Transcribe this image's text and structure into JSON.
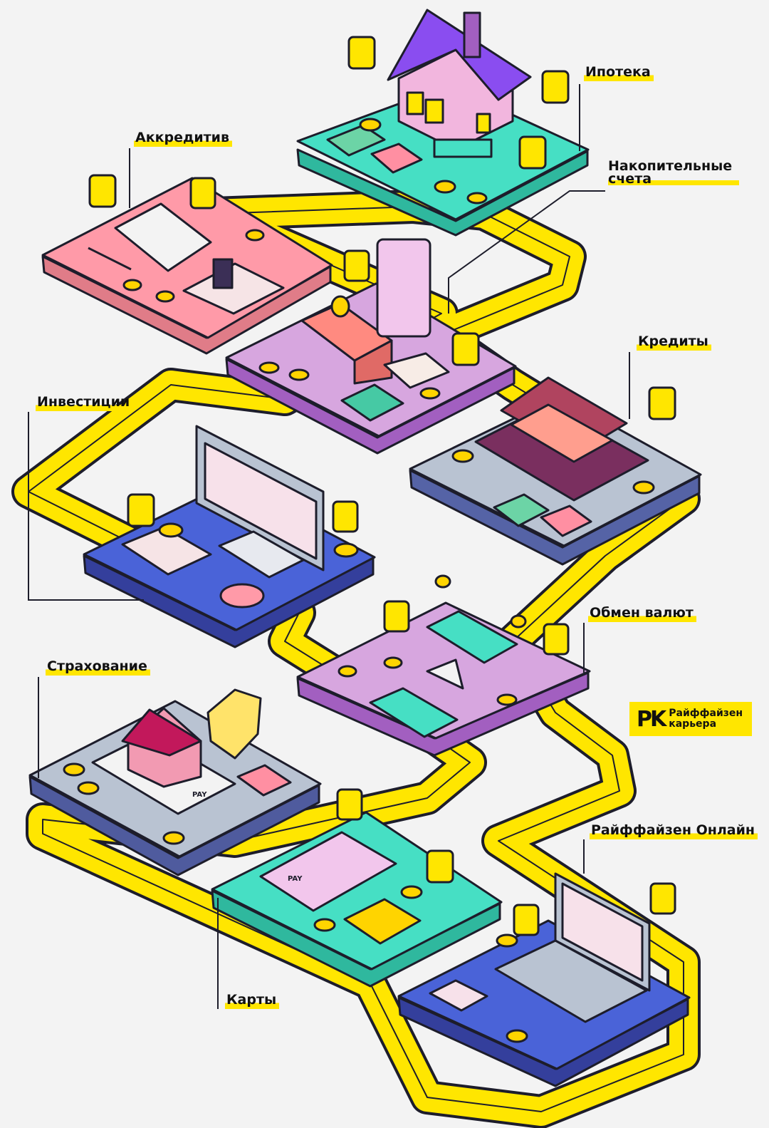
{
  "labels": {
    "ipoteka": "Ипотека",
    "akkreditiv": "Аккредитив",
    "nakopitelnye_line1": "Накопительные",
    "nakopitelnye_line2": "счета",
    "kredity": "Кредиты",
    "investicii": "Инвестиции",
    "obmen": "Обмен валют",
    "strahovanie": "Страхование",
    "raiffeisen_online": "Райффайзен Онлайн",
    "karty": "Карты"
  },
  "logo": {
    "mark": "PK",
    "line1": "Райффайзен",
    "line2": "карьера"
  },
  "card_text": {
    "pay": "PAY"
  },
  "colors": {
    "background": "#f3f3f3",
    "path_yellow": "#ffe600",
    "outline": "#1d1d2b",
    "mint": "#46dfc4",
    "pink": "#ff9aa8",
    "lilac": "#d7a6df",
    "violet": "#a25fc0",
    "steel": "#b9c3d2",
    "blue": "#4a63d8",
    "navy": "#4f5b9e",
    "purple_roof": "#8a4df0",
    "coin": "#ffd400"
  }
}
